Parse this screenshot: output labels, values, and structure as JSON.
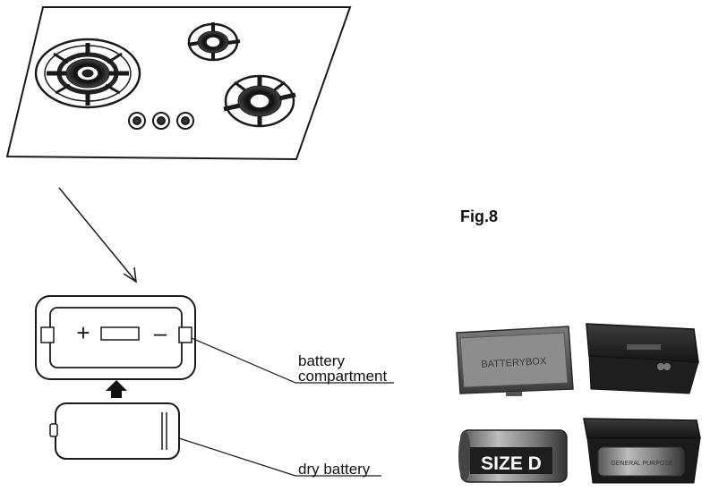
{
  "figure": {
    "label": "Fig.8"
  },
  "callouts": {
    "battery_compartment": [
      "battery",
      "compartment"
    ],
    "dry_battery": "dry battery"
  },
  "diagram": {
    "compartment_symbols": {
      "plus": "+",
      "minus": "–"
    }
  },
  "photos": {
    "battery_box_lid_text": "BATTERYBOX",
    "battery_size_text": "SIZE D",
    "battery_label_text": "GENERAL PURPOSE"
  },
  "colors": {
    "ink": "#1a1a1a",
    "photo_dark": "#2a2a2a",
    "photo_grey": "#777777"
  }
}
